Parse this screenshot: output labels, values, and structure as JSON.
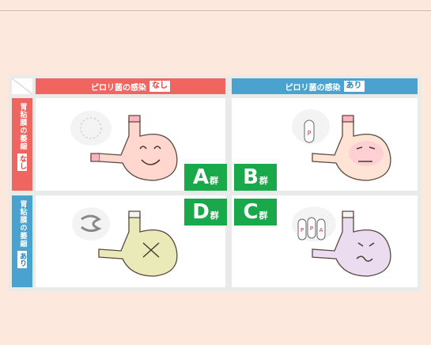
{
  "columns": {
    "negative": {
      "text": "ピロリ菌の感染",
      "chip": "なし",
      "color": "#f06560"
    },
    "positive": {
      "text": "ピロリ菌の感染",
      "chip": "あり",
      "color": "#4aa2d0"
    }
  },
  "rows": {
    "negative": {
      "text": "胃粘膜の萎縮",
      "chip": "なし",
      "color": "#f06560"
    },
    "positive": {
      "text": "胃粘膜の萎縮",
      "chip": "あり",
      "color": "#4aa2d0"
    }
  },
  "groups": {
    "a": {
      "letter": "A",
      "suffix": "群"
    },
    "b": {
      "letter": "B",
      "suffix": "群"
    },
    "c": {
      "letter": "C",
      "suffix": "群"
    },
    "d": {
      "letter": "D",
      "suffix": "群"
    }
  },
  "bacteria_labels": [
    "P",
    "P",
    "P",
    "A"
  ],
  "accent_colors": {
    "group_badge": "#1aa94a",
    "background": "#fde8dd"
  }
}
